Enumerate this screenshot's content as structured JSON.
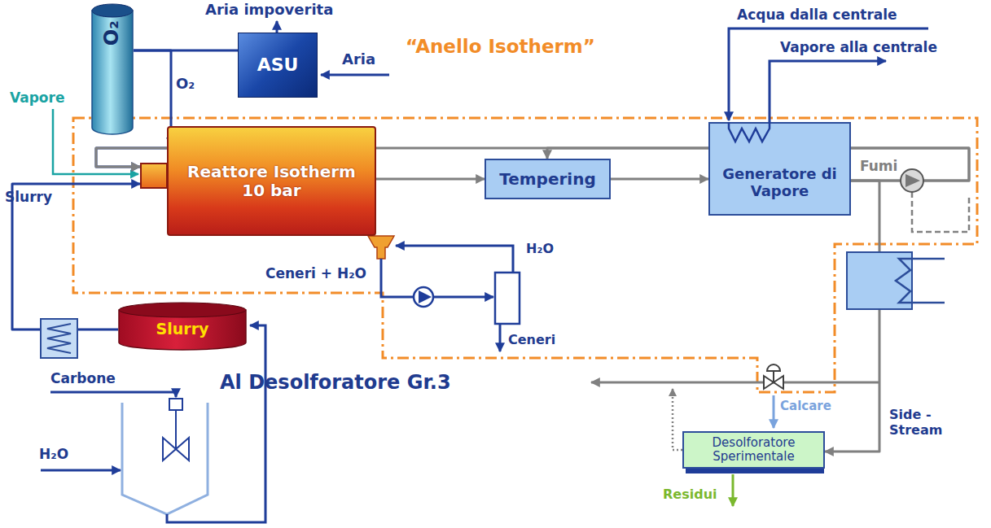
{
  "diagram": {
    "nodes": [
      {
        "text": [
          "O₂"
        ]
      },
      {
        "text": [
          "ASU"
        ]
      },
      {
        "text": [
          "Reattore Isotherm 10 bar"
        ]
      },
      {
        "text": [
          "Tempering"
        ]
      },
      {
        "text": [
          "Generatore di Vapore"
        ]
      },
      {
        "text": [
          "Slurry"
        ]
      },
      {
        "text": [
          "Desolforatore Sperimentale"
        ]
      }
    ],
    "edges": [
      {
        "from": 1,
        "to": 0,
        "arrow": "none"
      },
      {
        "from": 0,
        "to": 2,
        "arrow": "to"
      },
      {
        "from": 5,
        "to": 2,
        "arrow": "to"
      },
      {
        "from": 2,
        "to": 3,
        "arrow": "to"
      },
      {
        "from": 3,
        "to": 4,
        "arrow": "to"
      },
      {
        "from": 4,
        "to": 3,
        "arrow": "to"
      },
      {
        "from": 4,
        "to": 2,
        "arrow": "to"
      },
      {
        "from": 4,
        "to": 6,
        "arrow": "to"
      }
    ],
    "labels": [
      "Aria impoverita",
      "Aria",
      "O₂",
      "Vapore",
      "“Anello Isotherm”",
      "Acqua dalla centrale",
      "Vapore alla centrale",
      "Fumi",
      "Slurry",
      "Ceneri + H₂O",
      "H₂O",
      "Ceneri",
      "Carbone",
      "H₂O",
      "Al Desolforatore Gr.3",
      "Calcare",
      "Side - Stream",
      "Residui"
    ]
  }
}
